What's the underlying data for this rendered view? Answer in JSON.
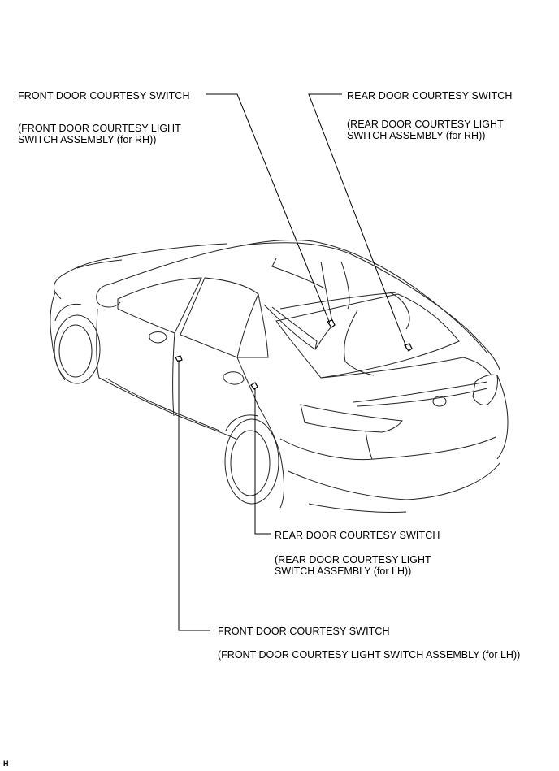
{
  "labels": {
    "front_rh": {
      "title": "FRONT DOOR COURTESY SWITCH",
      "detail": "(FRONT DOOR COURTESY LIGHT\nSWITCH ASSEMBLY (for RH))"
    },
    "rear_rh": {
      "title": "REAR DOOR COURTESY SWITCH",
      "detail": "(REAR DOOR COURTESY LIGHT\nSWITCH ASSEMBLY (for RH))"
    },
    "rear_lh": {
      "title": "REAR DOOR COURTESY SWITCH",
      "detail": "(REAR DOOR COURTESY LIGHT\nSWITCH ASSEMBLY (for LH))"
    },
    "front_lh": {
      "title": "FRONT DOOR COURTESY SWITCH",
      "detail": "(FRONT DOOR COURTESY LIGHT SWITCH ASSEMBLY (for LH))"
    }
  },
  "figure_code": "H"
}
